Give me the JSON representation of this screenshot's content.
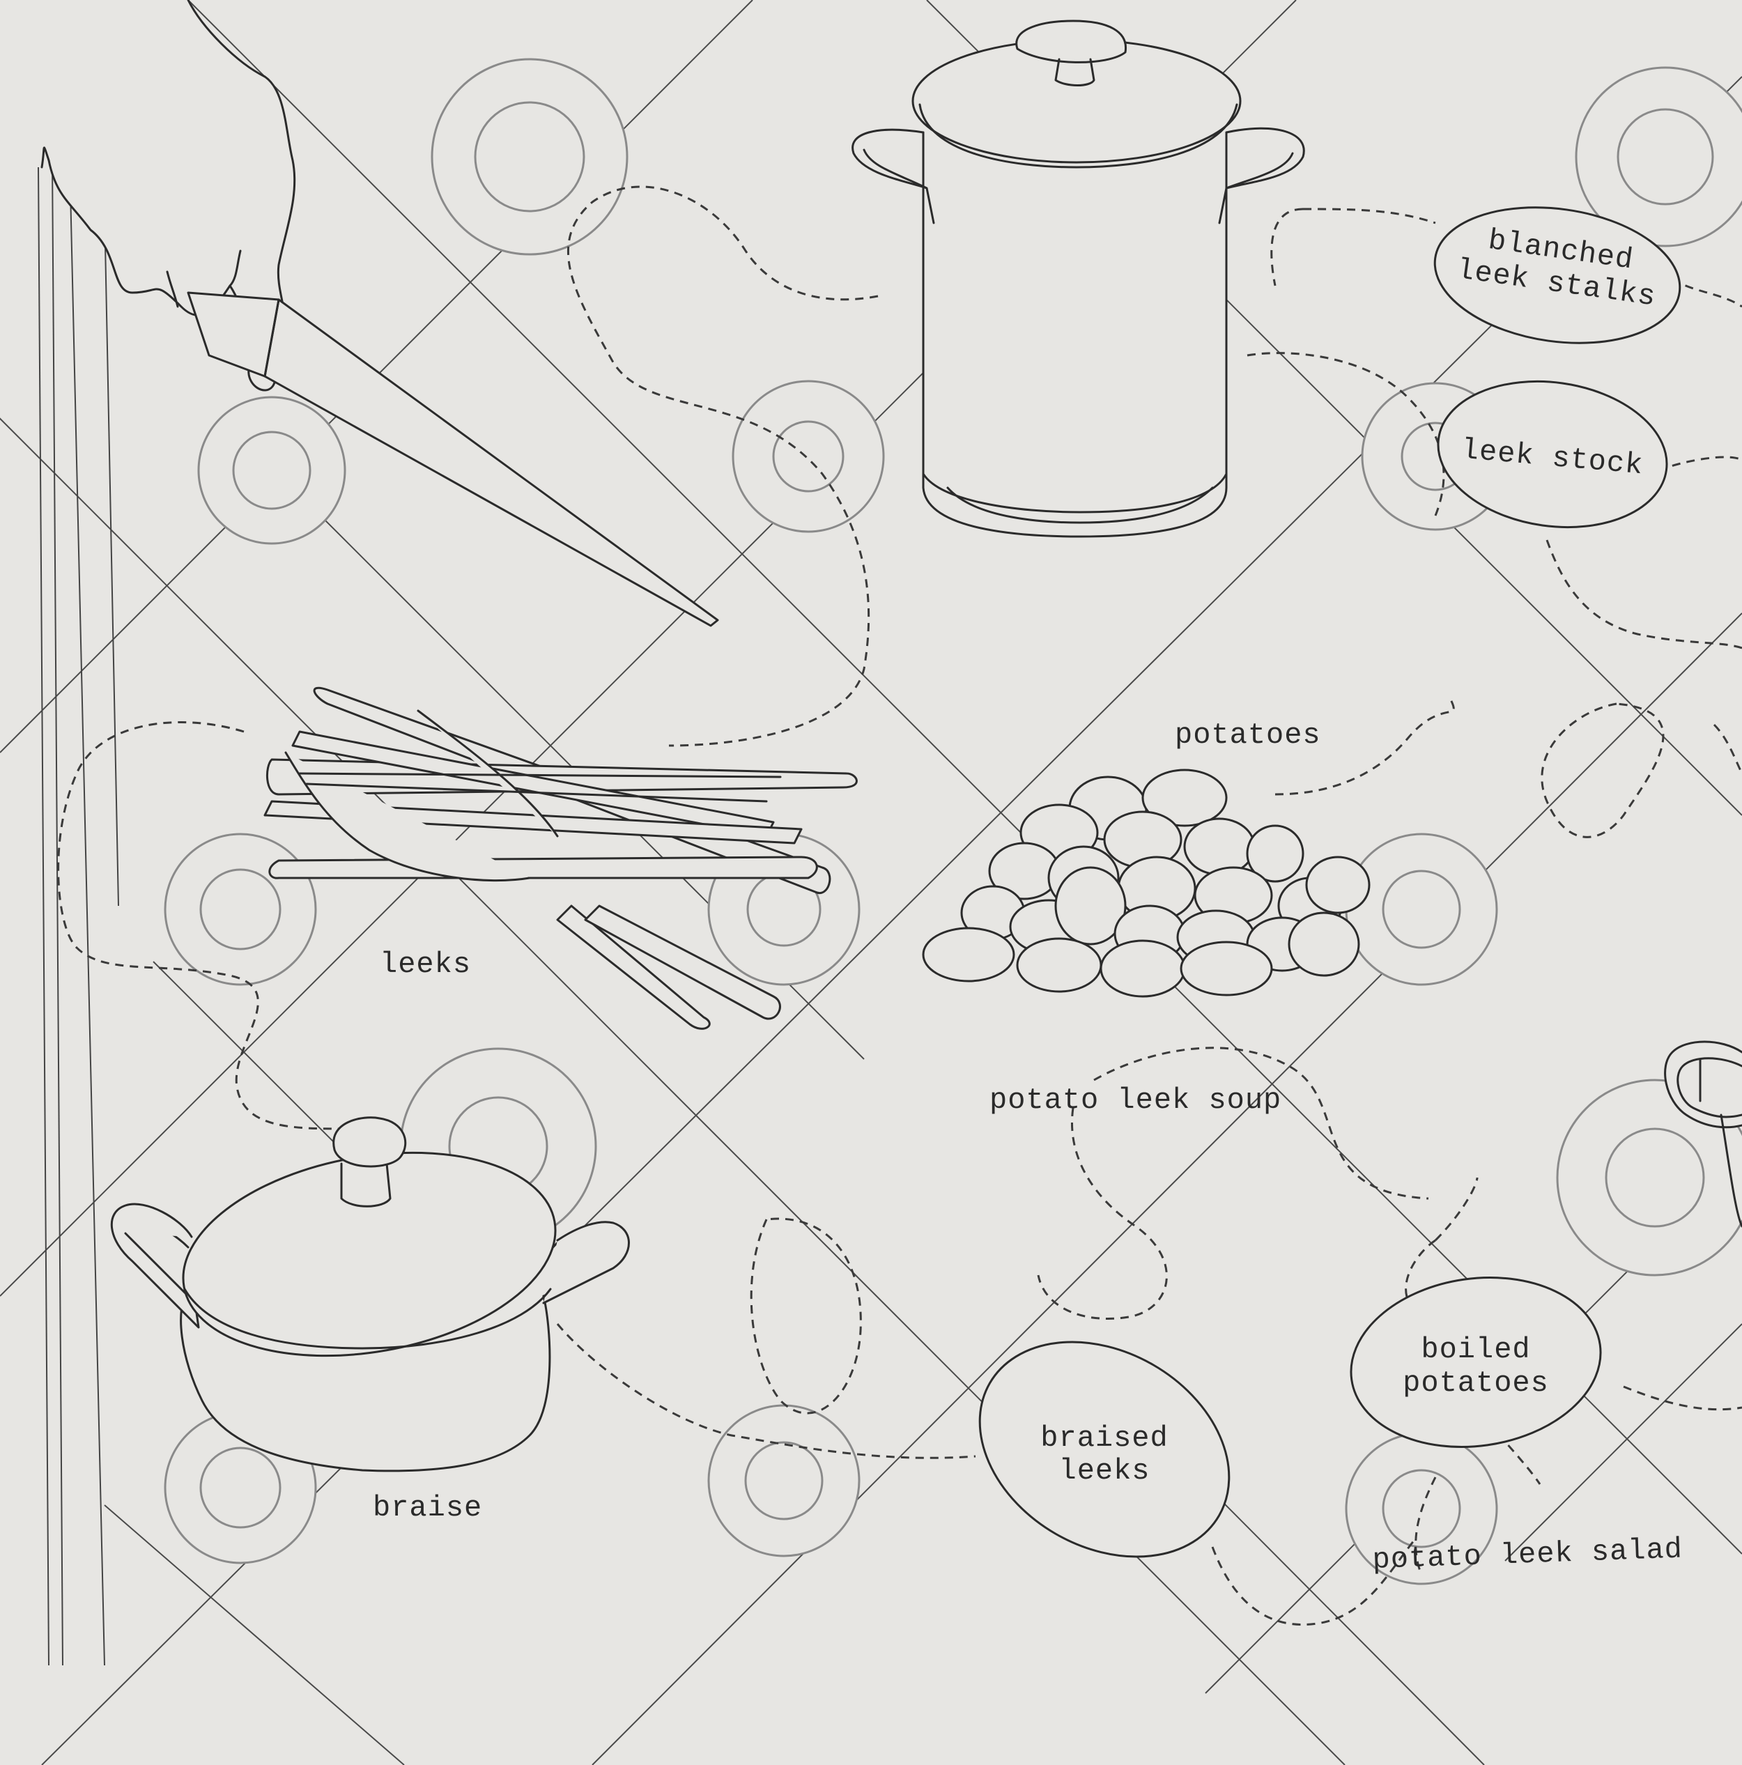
{
  "labels": {
    "blanched_leek_stalks": [
      "blanched",
      "leek stalks"
    ],
    "leek_stock": "leek stock",
    "potatoes": "potatoes",
    "leeks": "leeks",
    "potato_leek_soup": "potato leek soup",
    "boiled_potatoes": [
      "boiled",
      "potatoes"
    ],
    "braised_leeks": [
      "braised",
      "leeks"
    ],
    "braise": "braise",
    "potato_leek_salad": "potato leek salad"
  },
  "icons": [
    "hand-icon",
    "knife-icon",
    "stockpot-icon",
    "leeks-icon",
    "potatoes-icon",
    "dutch-oven-icon",
    "jar-icon"
  ],
  "colors": {
    "paper": "#e7e6e3",
    "ink": "#2b2b2b",
    "ring": "#8a8a8a"
  }
}
